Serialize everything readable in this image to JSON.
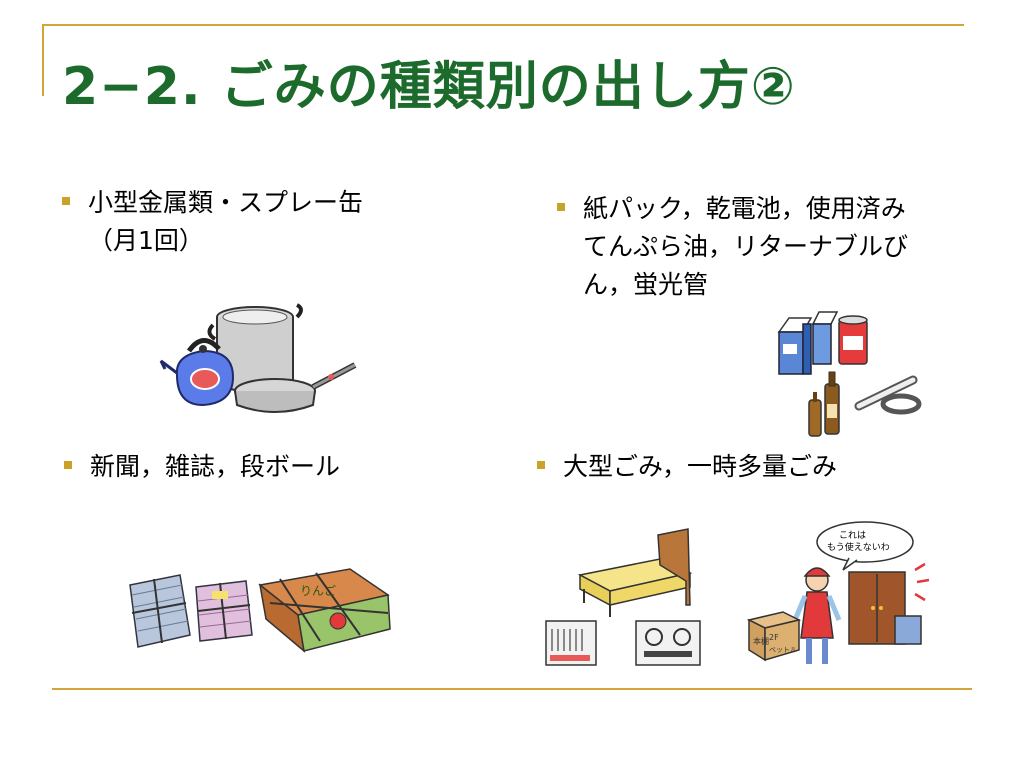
{
  "slide": {
    "title": "2−2. ごみの種類別の出し方②"
  },
  "bullets": [
    {
      "line1": "小型金属類・スプレー缶",
      "line2": "（月1回）"
    },
    {
      "line1": "紙パック，乾電池，使用済み",
      "line2": "てんぷら油，リターナブルび",
      "line3": "ん，蛍光管"
    },
    {
      "line1": "新聞，雑誌，段ボール"
    },
    {
      "line1": "大型ごみ，一時多量ごみ"
    }
  ],
  "illustrations": {
    "bubble_line1": "これは",
    "bubble_line2": "もう使えないわ",
    "box_label1": "本棚",
    "box_label2": "ベットル",
    "box_label3": "2F",
    "bundle_label": "りんご"
  },
  "colors": {
    "title": "#1d6b2c",
    "bullet": "#c9a227",
    "frame": "#d4a33a"
  },
  "icons": [
    "kettle-icon",
    "pot-icon",
    "pan-icon",
    "milk-carton-icon",
    "battery-icon",
    "bottle-icon",
    "fluorescent-tube-icon",
    "newspaper-bundle-icon",
    "bed-icon",
    "heater-icon",
    "cassette-deck-icon",
    "woman-icon",
    "cabinet-icon",
    "box-icon"
  ]
}
